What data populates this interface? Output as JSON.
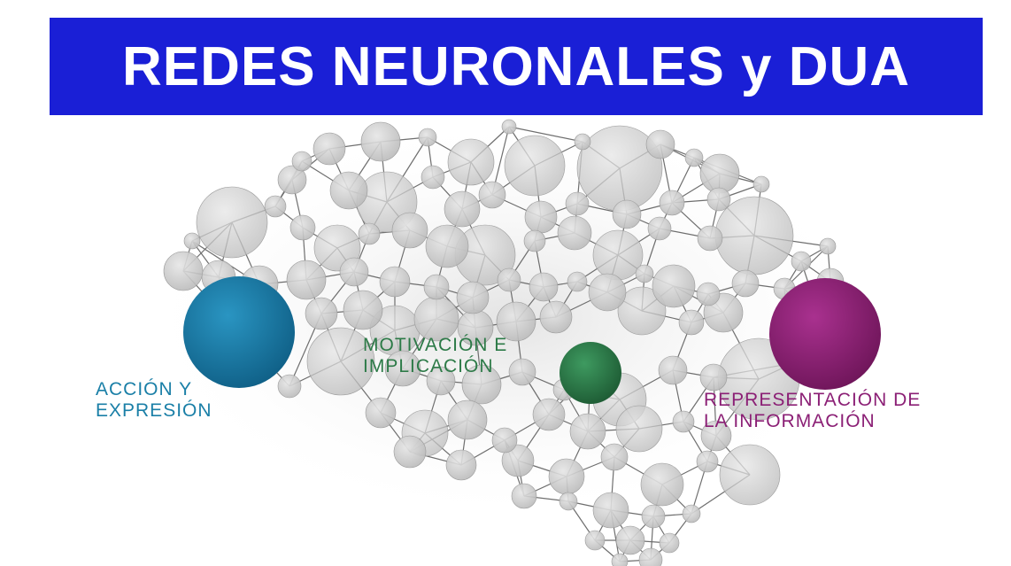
{
  "title": "REDES NEURONALES  y DUA",
  "colors": {
    "banner": "#1a1fd6",
    "title_text": "#ffffff",
    "node_fill": "#cfcfcf",
    "edge": "#6e6e6e",
    "accion": "#1a7fa7",
    "motivacion": "#2c7a47",
    "representacion": "#8b1f75"
  },
  "networks": [
    {
      "id": "accion",
      "label_lines": [
        "ACCIÓN Y",
        "EXPRESIÓN"
      ],
      "color": "#1a7fa7"
    },
    {
      "id": "motivacion",
      "label_lines": [
        "MOTIVACIÓN E",
        "IMPLICACIÓN"
      ],
      "color": "#2c7a47"
    },
    {
      "id": "representacion",
      "label_lines": [
        "REPRESENTACIÓN DE",
        "LA INFORMACIÓN"
      ],
      "color": "#8b1f75"
    }
  ],
  "illustration": {
    "description_icon": "brain-network-icon"
  }
}
